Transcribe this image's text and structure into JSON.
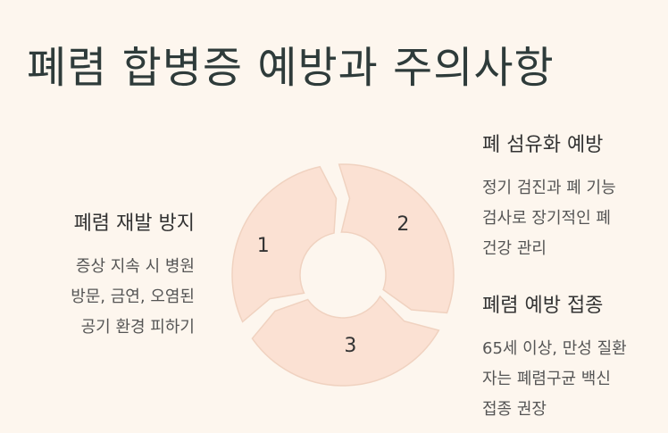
{
  "title": "폐렴 합병증 예방과 주의사항",
  "colors": {
    "background": "#fdf6ee",
    "segment_fill": "#fbe1d3",
    "segment_stroke": "#f0d2c0",
    "title_color": "#2e3b3a"
  },
  "cycle": {
    "segments": [
      {
        "number": "1"
      },
      {
        "number": "2"
      },
      {
        "number": "3"
      }
    ]
  },
  "items": [
    {
      "heading": "폐렴 재발 방지",
      "body": "증상 지속 시 병원\n방문, 금연, 오염된\n공기 환경 피하기"
    },
    {
      "heading": "폐 섬유화 예방",
      "body": "정기 검진과 폐 기능\n검사로 장기적인 폐\n건강 관리"
    },
    {
      "heading": "폐렴 예방 접종",
      "body": "65세 이상, 만성 질환\n자는 폐렴구균 백신\n접종 권장"
    }
  ]
}
